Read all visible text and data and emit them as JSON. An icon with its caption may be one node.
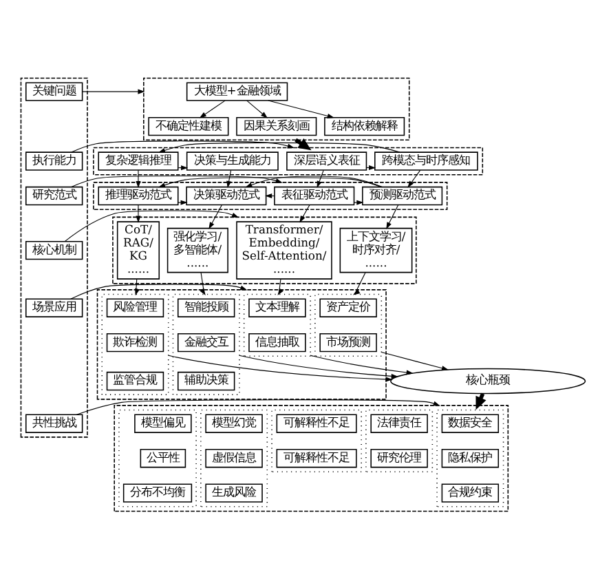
{
  "diagram": {
    "nodes": [
      {
        "text": [],
        "shape": "box"
      },
      {
        "text": [
          "关键问题"
        ],
        "in": 0
      },
      {
        "text": [
          "执行能力"
        ],
        "in": 0
      },
      {
        "text": [
          "研究范式"
        ],
        "in": 0
      },
      {
        "text": [
          "核心机制"
        ],
        "in": 0
      },
      {
        "text": [
          "场景应用"
        ],
        "in": 0
      },
      {
        "text": [
          "共性挑战"
        ],
        "in": 0
      },
      {
        "text": [],
        "shape": "box"
      },
      {
        "text": [
          "大模型+金融领域"
        ],
        "in": 7
      },
      {
        "text": [
          "不确定性建模"
        ],
        "in": 7
      },
      {
        "text": [
          "因果关系刻画"
        ],
        "in": 7
      },
      {
        "text": [
          "结构依赖解释"
        ],
        "in": 7
      },
      {
        "text": [],
        "shape": "box"
      },
      {
        "text": [
          "深层语义表征"
        ],
        "in": 12
      },
      {
        "text": [
          "跨模态与时序感知"
        ],
        "in": 12
      },
      {
        "text": [
          "复杂逻辑推理"
        ],
        "in": 12
      },
      {
        "text": [
          "决策与生成能力"
        ],
        "in": 12
      },
      {
        "text": [],
        "shape": "box"
      },
      {
        "text": [
          "表征驱动范式"
        ],
        "in": 17
      },
      {
        "text": [
          "预测驱动范式"
        ],
        "in": 17
      },
      {
        "text": [
          "推理驱动范式"
        ],
        "in": 17
      },
      {
        "text": [
          "决策驱动范式"
        ],
        "in": 17
      },
      {
        "text": [],
        "shape": "box"
      },
      {
        "text": [
          "Transformer/ Embedding/ Self-Attention/ ......"
        ],
        "in": 22
      },
      {
        "text": [
          "上下文学习/ 时序对齐/ ......"
        ],
        "in": 22
      },
      {
        "text": [
          "CoT/ RAG/ KG ......"
        ],
        "in": 22
      },
      {
        "text": [
          "强化学习/ 多智能体/ ......"
        ],
        "in": 22
      },
      {
        "text": [],
        "shape": "box"
      },
      {
        "text": [],
        "shape": "box",
        "in": 27
      },
      {
        "text": [
          "文本理解"
        ],
        "in": 28
      },
      {
        "text": [
          "信息抽取"
        ],
        "in": 28
      },
      {
        "text": [],
        "shape": "box",
        "in": 27
      },
      {
        "text": [
          "资产定价"
        ],
        "in": 31
      },
      {
        "text": [
          "市场预测"
        ],
        "in": 31
      },
      {
        "text": [],
        "shape": "box",
        "in": 27
      },
      {
        "text": [
          "风险管理"
        ],
        "in": 34
      },
      {
        "text": [
          "欺诈检测"
        ],
        "in": 34
      },
      {
        "text": [
          "监管合规"
        ],
        "in": 34
      },
      {
        "text": [],
        "shape": "box",
        "in": 27
      },
      {
        "text": [
          "智能投顾"
        ],
        "in": 38
      },
      {
        "text": [
          "金融交互"
        ],
        "in": 38
      },
      {
        "text": [
          "辅助决策"
        ],
        "in": 38
      },
      {
        "text": [
          "核心瓶颈"
        ]
      },
      {
        "text": [],
        "shape": "box"
      },
      {
        "text": [],
        "shape": "box",
        "in": 43
      },
      {
        "text": [
          "数据安全"
        ],
        "in": 44
      },
      {
        "text": [
          "隐私保护"
        ],
        "in": 44
      },
      {
        "text": [
          "合规约束"
        ],
        "in": 44
      },
      {
        "text": [],
        "shape": "box",
        "in": 43
      },
      {
        "text": [
          "模型偏见"
        ],
        "in": 48
      },
      {
        "text": [
          "公平性"
        ],
        "in": 48
      },
      {
        "text": [
          "分布不均衡"
        ],
        "in": 48
      },
      {
        "text": [],
        "shape": "box",
        "in": 43
      },
      {
        "text": [
          "模型幻觉"
        ],
        "in": 52
      },
      {
        "text": [
          "虚假信息"
        ],
        "in": 52
      },
      {
        "text": [
          "生成风险"
        ],
        "in": 52
      },
      {
        "text": [],
        "shape": "box",
        "in": 43
      },
      {
        "text": [
          "可解释性不足"
        ],
        "in": 56
      },
      {
        "text": [
          "可解释性不足"
        ],
        "in": 56
      },
      {
        "text": [],
        "shape": "box",
        "in": 43
      },
      {
        "text": [
          "法律责任"
        ],
        "in": 59
      },
      {
        "text": [
          "研究伦理"
        ],
        "in": 59
      }
    ],
    "edges": [
      {
        "from": 1,
        "to": 7,
        "arrow": "to"
      },
      {
        "from": 2,
        "to": 12,
        "arrow": "to"
      },
      {
        "from": 3,
        "to": 17,
        "arrow": "to"
      },
      {
        "from": 4,
        "to": 22,
        "arrow": "to"
      },
      {
        "from": 5,
        "to": 27,
        "arrow": "to"
      },
      {
        "from": 6,
        "to": 43,
        "arrow": "to"
      },
      {
        "from": 8,
        "to": 9,
        "arrow": "to"
      },
      {
        "from": 8,
        "to": 10,
        "arrow": "to"
      },
      {
        "from": 8,
        "to": 11,
        "arrow": "to"
      },
      {
        "from": 7,
        "to": 12,
        "arrow": "to",
        "style": "thick"
      },
      {
        "from": 13,
        "to": 14,
        "arrow": "to"
      },
      {
        "from": 14,
        "to": 15,
        "arrow": "to"
      },
      {
        "from": 15,
        "to": 16,
        "arrow": "to"
      },
      {
        "from": 13,
        "to": 18,
        "arrow": "to"
      },
      {
        "from": 14,
        "to": 19,
        "arrow": "to"
      },
      {
        "from": 15,
        "to": 20,
        "arrow": "to"
      },
      {
        "from": 16,
        "to": 21,
        "arrow": "to"
      },
      {
        "from": 18,
        "to": 19,
        "arrow": "to"
      },
      {
        "from": 19,
        "to": 20,
        "arrow": "to"
      },
      {
        "from": 20,
        "to": 21,
        "arrow": "to"
      },
      {
        "from": 18,
        "to": 21,
        "arrow": "to"
      },
      {
        "from": 19,
        "to": 21,
        "arrow": "to"
      },
      {
        "from": 18,
        "to": 23,
        "arrow": "to"
      },
      {
        "from": 19,
        "to": 24,
        "arrow": "to"
      },
      {
        "from": 20,
        "to": 25,
        "arrow": "to"
      },
      {
        "from": 21,
        "to": 26,
        "arrow": "to"
      },
      {
        "from": 23,
        "to": 28,
        "arrow": "to"
      },
      {
        "from": 24,
        "to": 31,
        "arrow": "to"
      },
      {
        "from": 25,
        "to": 34,
        "arrow": "to"
      },
      {
        "from": 26,
        "to": 38,
        "arrow": "to"
      },
      {
        "from": 28,
        "to": 42,
        "arrow": "to"
      },
      {
        "from": 31,
        "to": 42,
        "arrow": "to"
      },
      {
        "from": 34,
        "to": 42,
        "arrow": "to"
      },
      {
        "from": 38,
        "to": 42,
        "arrow": "to"
      },
      {
        "from": 42,
        "to": 43,
        "arrow": "to",
        "style": "thick"
      }
    ]
  }
}
